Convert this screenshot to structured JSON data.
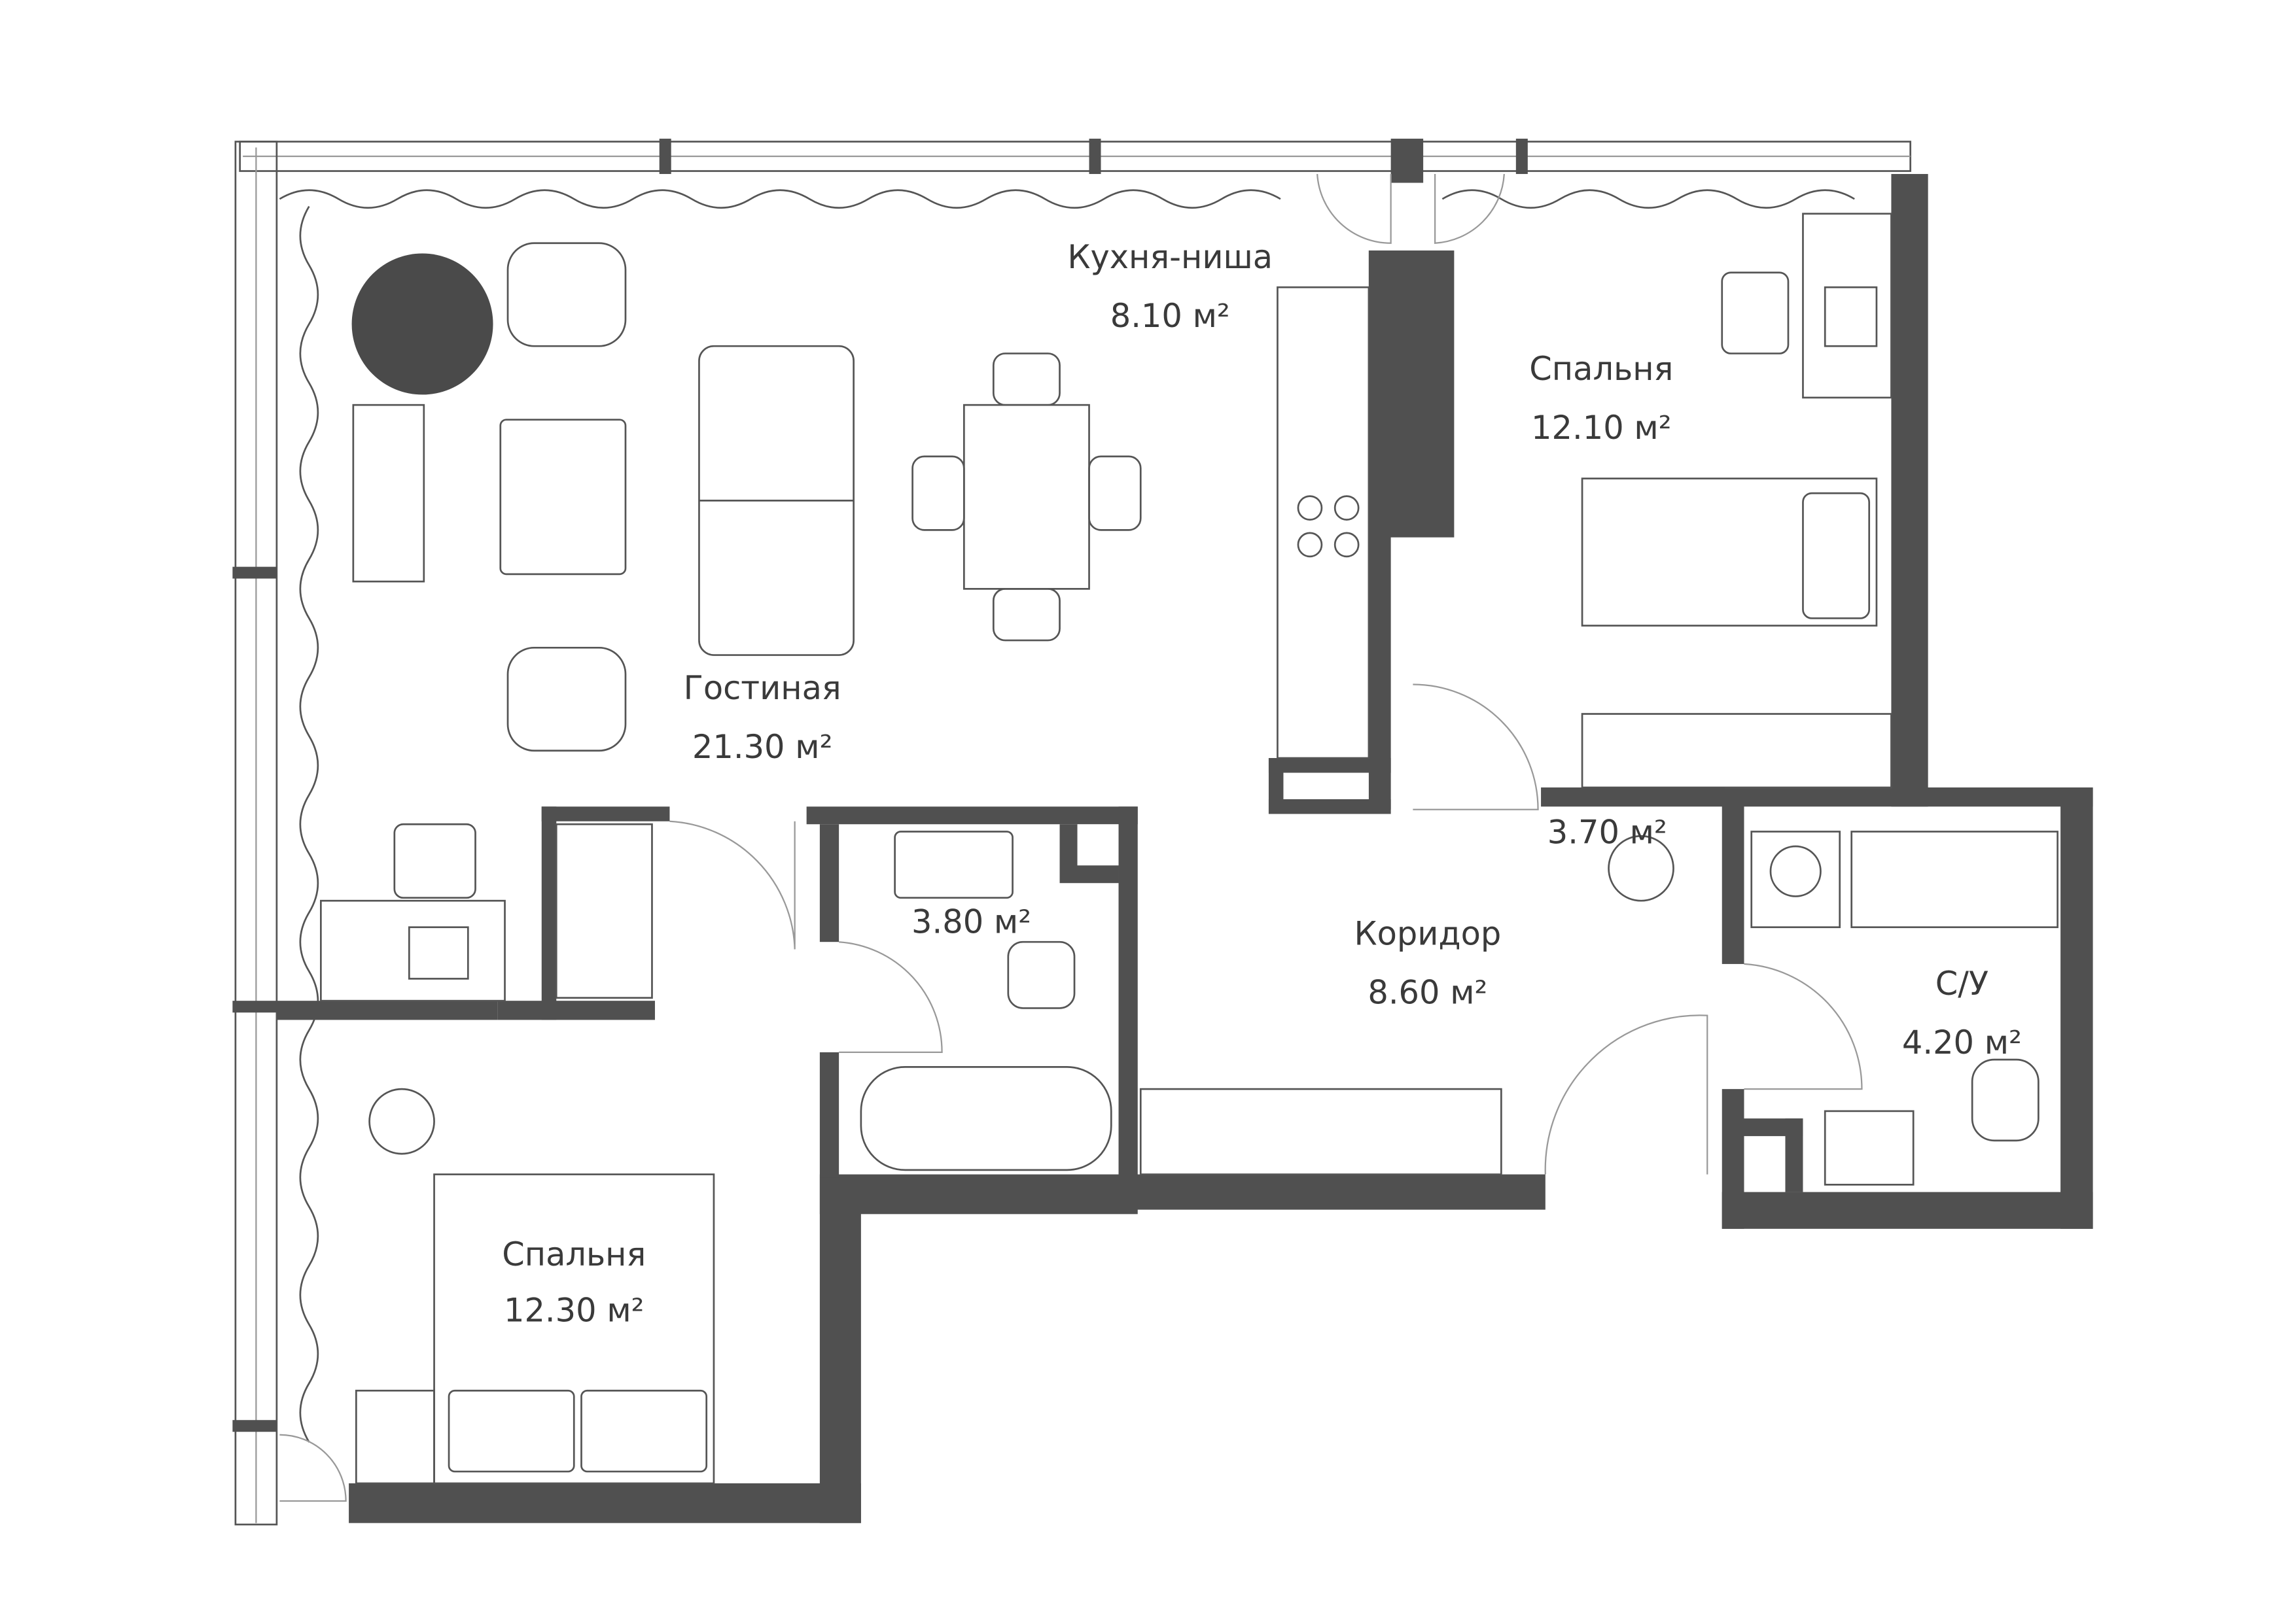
{
  "colors": {
    "wall": "#505050",
    "line": "#555555",
    "background": "#ffffff"
  },
  "rooms": [
    {
      "name": "Кухня-ниша",
      "area": "8.10 м²"
    },
    {
      "name": "Спальня",
      "area": "12.10 м²"
    },
    {
      "name": "Гостиная",
      "area": "21.30 м²"
    },
    {
      "name": "",
      "area": "3.80 м²"
    },
    {
      "name": "Коридор",
      "area": "8.60 м²"
    },
    {
      "name": "С/У",
      "area": "4.20 м²"
    },
    {
      "name": "Спальня",
      "area": "12.30 м²"
    },
    {
      "name": "",
      "area": "3.70 м²"
    }
  ]
}
